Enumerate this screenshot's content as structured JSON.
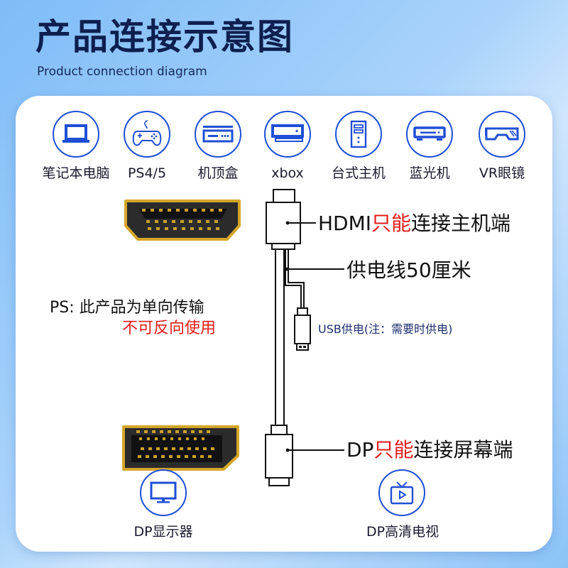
{
  "header": {
    "title": "产品连接示意图",
    "subtitle": "Product connection diagram"
  },
  "devices": [
    {
      "label": "笔记本电脑",
      "icon": "laptop-icon"
    },
    {
      "label": "PS4/5",
      "icon": "gamepad-icon"
    },
    {
      "label": "机顶盒",
      "icon": "set-top-box-icon"
    },
    {
      "label": "xbox",
      "icon": "xbox-console-icon"
    },
    {
      "label": "台式主机",
      "icon": "desktop-tower-icon"
    },
    {
      "label": "蓝光机",
      "icon": "bluray-player-icon"
    },
    {
      "label": "VR眼镜",
      "icon": "vr-glasses-icon"
    }
  ],
  "callouts": {
    "hdmi": {
      "prefix": "HDMI",
      "emphasis": "只能",
      "suffix": "连接主机端"
    },
    "power_cable": "供电线50厘米",
    "usb_power": "USB供电(注：需要时供电)",
    "dp": {
      "prefix": "DP",
      "emphasis": "只能",
      "suffix": "连接屏幕端"
    }
  },
  "note": {
    "line1": "PS: 此产品为单向传输",
    "line2": "不可反向使用"
  },
  "outputs": [
    {
      "label": "DP显示器",
      "icon": "monitor-icon"
    },
    {
      "label": "DP高清电视",
      "icon": "tv-icon"
    }
  ],
  "colors": {
    "accent_blue": "#1f4fd6",
    "title_navy": "#0e1f4f",
    "warning_red": "#e31b1b",
    "connector_gold": "#d4a62a",
    "connector_dark": "#2b2b2b"
  }
}
